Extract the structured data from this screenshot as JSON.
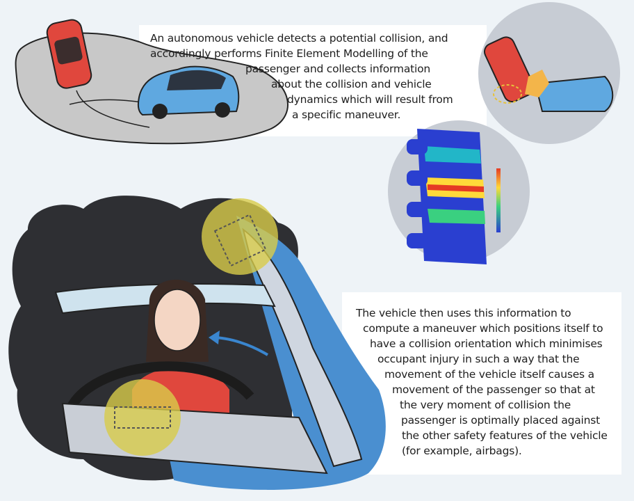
{
  "top_text": {
    "lines": [
      "An autonomous vehicle detects a potential collision, and",
      "accordingly performs Finite Element Modelling of the",
      "passenger and collects information",
      "about the collision and vehicle",
      "dynamics which will result from",
      "a specific maneuver."
    ]
  },
  "bottom_text": {
    "lines": [
      "The vehicle then uses this information to",
      "compute a maneuver which positions itself to",
      "have a collision orientation which minimises",
      "occupant injury in such a way that the",
      "movement of the vehicle itself causes a",
      "movement of the passenger so that at",
      "the very moment of collision the",
      "passenger is optimally placed against",
      "the other safety features of the vehicle",
      "(for example, airbags)."
    ]
  },
  "colors": {
    "background": "#eef3f7",
    "red_car": "#e0473d",
    "blue_car": "#5fa8e0",
    "highlight": "#d8cc4a"
  }
}
